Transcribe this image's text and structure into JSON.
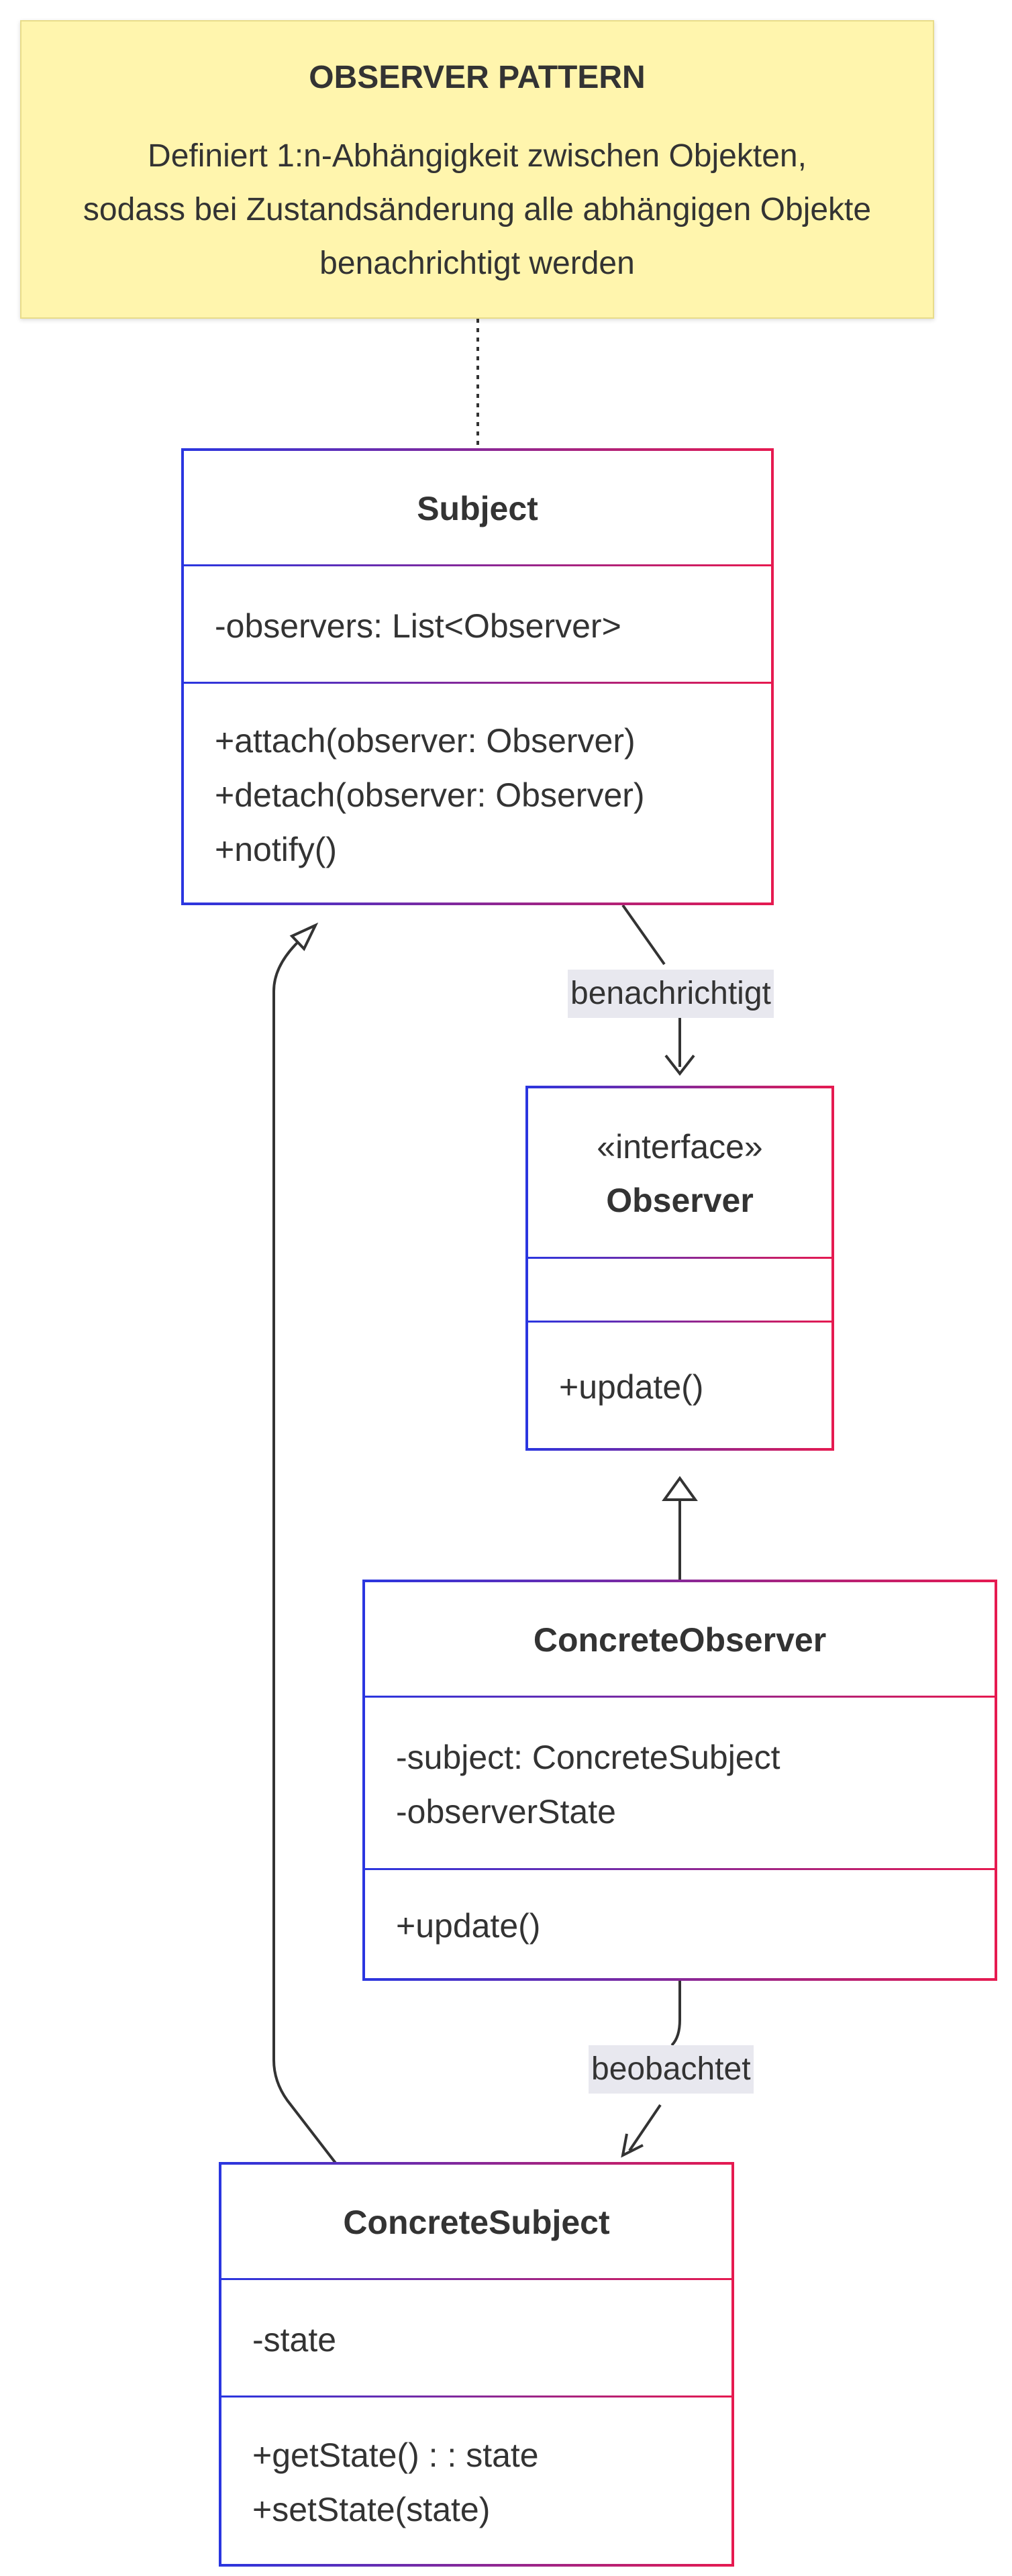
{
  "note": {
    "title": "OBSERVER PATTERN",
    "lines": [
      "Definiert 1:n-Abhängigkeit zwischen Objekten,",
      "sodass bei Zustandsänderung alle abhängigen Objekte",
      "benachrichtigt werden"
    ]
  },
  "classes": {
    "subject": {
      "name": "Subject",
      "attributes": [
        "-observers: List<Observer>"
      ],
      "methods": [
        "+attach(observer: Observer)",
        "+detach(observer: Observer)",
        "+notify()"
      ]
    },
    "observer": {
      "stereotype": "«interface»",
      "name": "Observer",
      "attributes": [],
      "methods": [
        "+update()"
      ]
    },
    "concrete_observer": {
      "name": "ConcreteObserver",
      "attributes": [
        "-subject: ConcreteSubject",
        "-observerState"
      ],
      "methods": [
        "+update()"
      ]
    },
    "concrete_subject": {
      "name": "ConcreteSubject",
      "attributes": [
        "-state"
      ],
      "methods": [
        "+getState() : : state",
        "+setState(state)"
      ]
    }
  },
  "relations": {
    "notifies_label": "benachrichtigt",
    "observes_label": "beobachtet"
  },
  "colors": {
    "note_fill": "#fff5ad",
    "border_start": "#2a36e0",
    "border_end": "#e61a50",
    "label_bg": "#e8e8ef",
    "line": "#333333"
  }
}
